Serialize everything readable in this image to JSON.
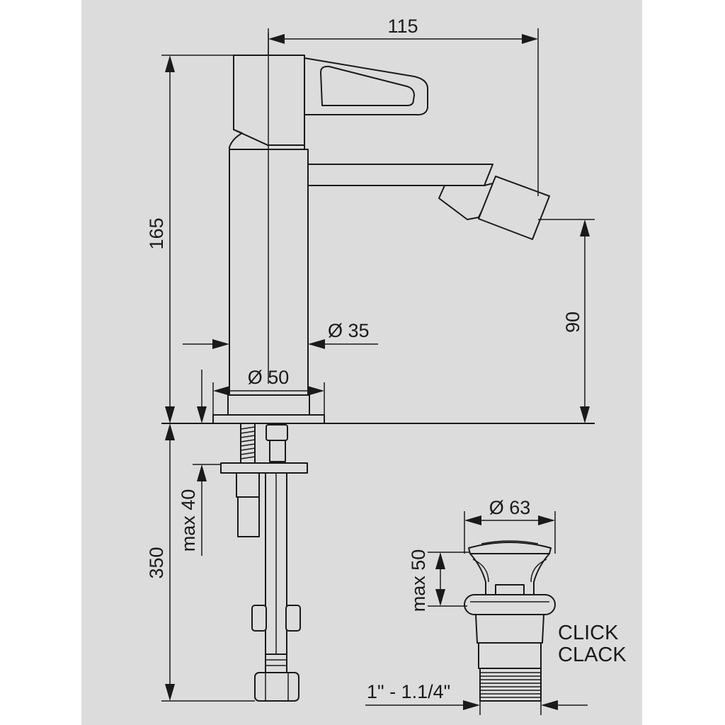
{
  "labels": {
    "width_overall": "115",
    "height_overall": "165",
    "spout_height": "90",
    "body_diameter": "Ø 35",
    "base_diameter": "Ø 50",
    "deck_thickness": "max 40",
    "hose_length": "350",
    "waste_diameter": "Ø 63",
    "waste_thickness": "max 50",
    "waste_type_line1": "CLICK",
    "waste_type_line2": "CLACK",
    "waste_thread": "1\" - 1.1/4\""
  },
  "colors": {
    "panel": "#dcdcdd",
    "stroke": "#1a1a1a"
  }
}
